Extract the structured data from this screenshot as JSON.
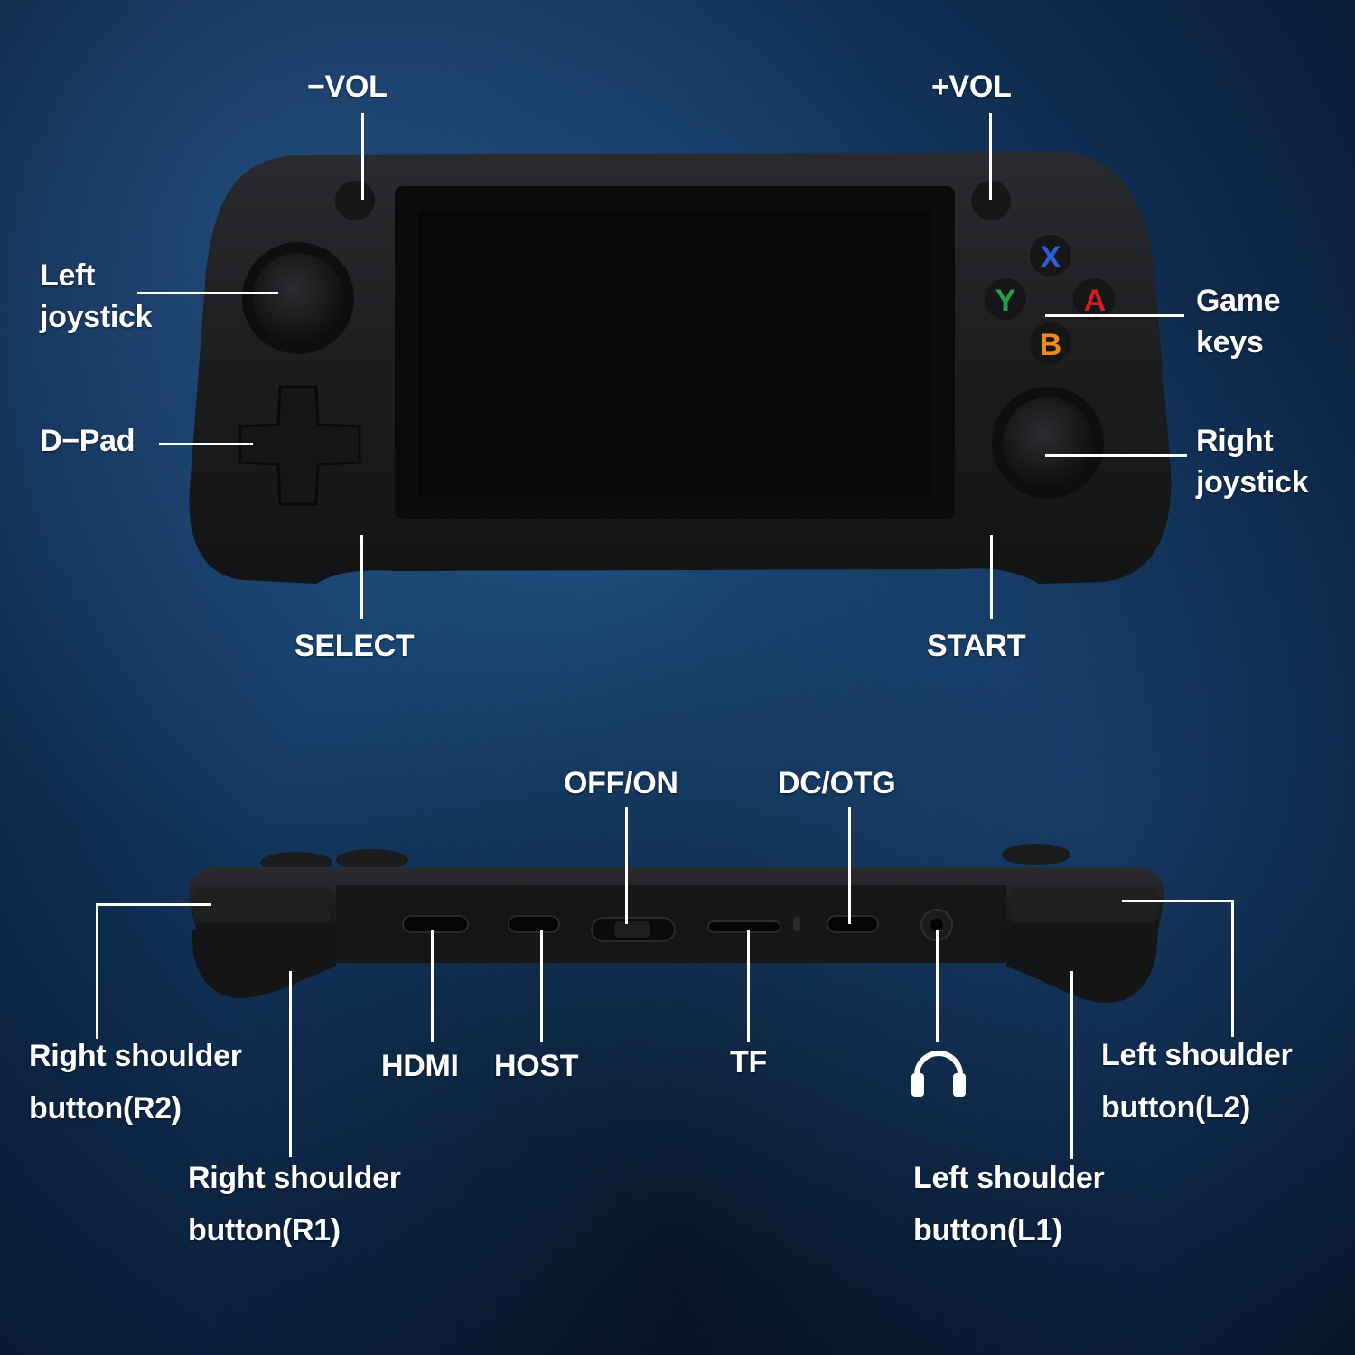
{
  "front": {
    "vol_minus": "−VOL",
    "vol_plus": "+VOL",
    "left_joystick": [
      "Left",
      "joystick"
    ],
    "dpad": "D−Pad",
    "game_keys": [
      "Game",
      "keys"
    ],
    "right_joystick": [
      "Right",
      "joystick"
    ],
    "select": "SELECT",
    "start": "START",
    "face_buttons": {
      "x": "X",
      "y": "Y",
      "a": "A",
      "b": "B",
      "colors": {
        "x": "#2f5fd8",
        "y": "#22a24a",
        "a": "#d21f1f",
        "b": "#ef8a1c"
      }
    }
  },
  "top": {
    "off_on": "OFF/ON",
    "dc_otg": "DC/OTG",
    "hdmi": "HDMI",
    "host": "HOST",
    "tf": "TF",
    "headphone_icon": "headphone-icon",
    "right_shoulder_r2": [
      "Right shoulder",
      "button(R2)"
    ],
    "right_shoulder_r1": [
      "Right shoulder",
      "button(R1)"
    ],
    "left_shoulder_l2": [
      "Left shoulder",
      "button(L2)"
    ],
    "left_shoulder_l1": [
      "Left shoulder",
      "button(L1)"
    ]
  }
}
